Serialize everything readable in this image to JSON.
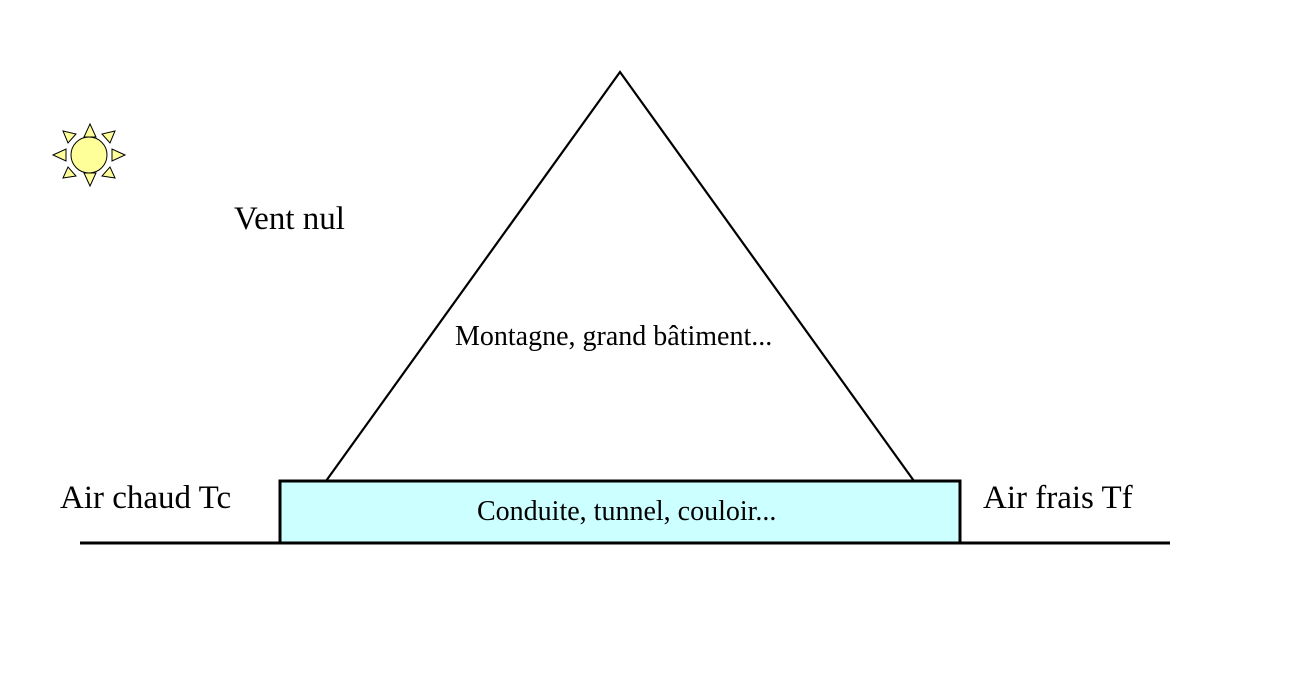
{
  "labels": {
    "wind": "Vent nul",
    "mountain": "Montagne, grand bâtiment...",
    "tunnel": "Conduite, tunnel, couloir...",
    "hot_air": "Air chaud Tc",
    "cold_air": "Air frais Tf"
  },
  "icons": {
    "sun": "sun-icon"
  },
  "colors": {
    "tunnel_fill": "#ccffff",
    "sun_fill": "#ffff99",
    "line": "#000000"
  }
}
